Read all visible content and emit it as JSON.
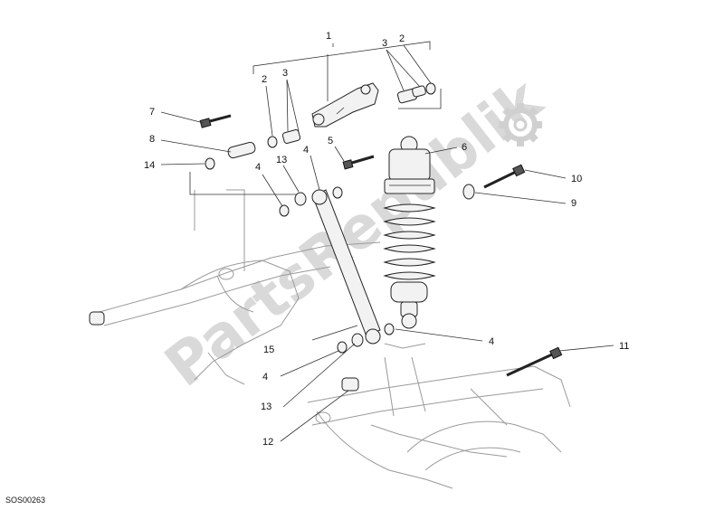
{
  "diagram": {
    "code": "SOS00263",
    "watermark": "PartsRepublik",
    "labels": [
      {
        "id": "label-1",
        "text": "1"
      },
      {
        "id": "label-2-top",
        "text": "2"
      },
      {
        "id": "label-3-top",
        "text": "3"
      },
      {
        "id": "label-2-left",
        "text": "2"
      },
      {
        "id": "label-3-left",
        "text": "3"
      },
      {
        "id": "label-7",
        "text": "7"
      },
      {
        "id": "label-8",
        "text": "8"
      },
      {
        "id": "label-14",
        "text": "14"
      },
      {
        "id": "label-4-left",
        "text": "4"
      },
      {
        "id": "label-13-top",
        "text": "13"
      },
      {
        "id": "label-4-mid",
        "text": "4"
      },
      {
        "id": "label-5",
        "text": "5"
      },
      {
        "id": "label-6",
        "text": "6"
      },
      {
        "id": "label-10",
        "text": "10"
      },
      {
        "id": "label-9",
        "text": "9"
      },
      {
        "id": "label-15",
        "text": "15"
      },
      {
        "id": "label-4-right",
        "text": "4"
      },
      {
        "id": "label-4-bottom",
        "text": "4"
      },
      {
        "id": "label-13-bottom",
        "text": "13"
      },
      {
        "id": "label-12",
        "text": "12"
      },
      {
        "id": "label-11",
        "text": "11"
      }
    ]
  }
}
